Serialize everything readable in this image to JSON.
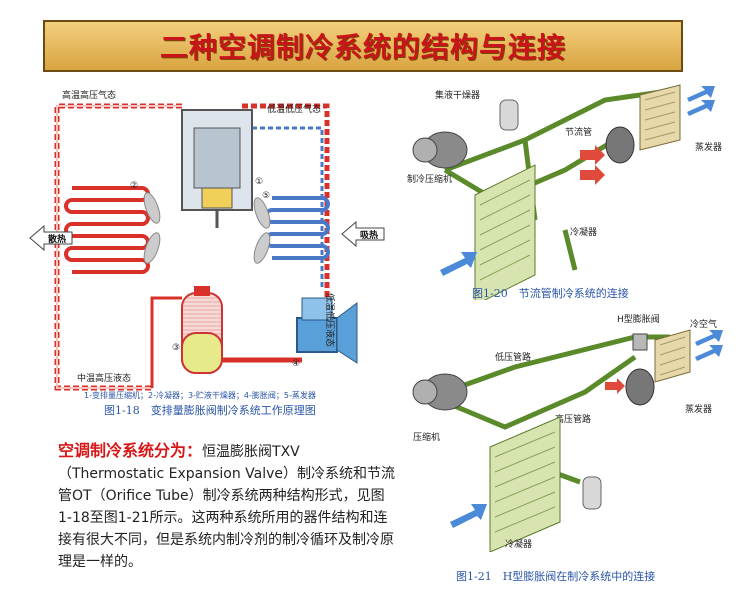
{
  "title": "二种空调制冷系统的结构与连接",
  "fig18": {
    "labels": {
      "high_gas": "高温高压气态",
      "low_gas": "低温低压气态",
      "mid_liquid": "中温高压液态",
      "low_liquid": "低温低压液态",
      "release_heat": "散热",
      "absorb_heat": "吸热",
      "n1": "①",
      "n2": "②",
      "n3": "③",
      "n4": "④",
      "n5": "⑤"
    },
    "legend": "1-变排量压缩机；2-冷凝器；3-贮液干燥器；4-膨胀阀；5-蒸发器",
    "caption": "图1-18　变排量膨胀阀制冷系统工作原理图"
  },
  "fig20": {
    "labels": {
      "receiver": "集液干燥器",
      "orifice": "节流管",
      "compressor": "制冷压缩机",
      "evaporator": "蒸发器",
      "condenser": "冷凝器"
    },
    "caption": "图1-20　节流管制冷系统的连接"
  },
  "fig21": {
    "labels": {
      "h_valve": "H型膨胀阀",
      "cold_air": "冷空气",
      "low_pipe": "低压管路",
      "high_pipe": "高压管路",
      "compressor": "压缩机",
      "evaporator": "蒸发器",
      "condenser": "冷凝器"
    },
    "caption": "图1-21　H型膨胀阀在制冷系统中的连接"
  },
  "paragraph": {
    "lead": "空调制冷系统分为：",
    "body": "恒温膨胀阀TXV（Thermostatic Expansion Valve）制冷系统和节流管OT（Orifice Tube）制冷系统两种结构形式，见图1-18至图1-21所示。这两种系统所用的器件结构和连接有很大不同，但是系统内制冷剂的制冷循环及制冷原理是一样的。"
  },
  "colors": {
    "title_red": "#c8141a",
    "pipe_red": "#d9302a",
    "caption_blue": "#2a55a8",
    "pipe_green": "#5a8a2a"
  }
}
